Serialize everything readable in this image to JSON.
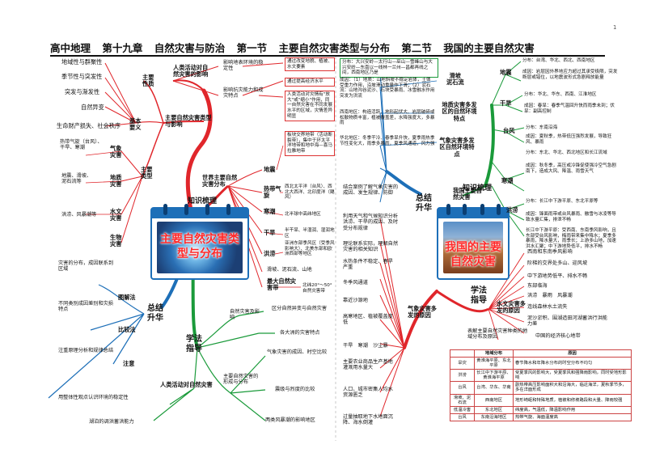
{
  "header": {
    "course": "高中地理",
    "chapter": "第十九章",
    "chapter_title": "自然灾害与防治",
    "section1": "第一节",
    "section1_title": "主要自然灾害类型与分布",
    "section2": "第二节",
    "section2_title": "我国的主要自然灾害"
  },
  "corner_mark": "1",
  "cards": {
    "left": "主要自然灾害类型与分布",
    "right": "我国的主要自然灾害"
  },
  "left_map": {
    "center_branch": "知识梳理",
    "summary": "总结\n升华",
    "method": "学法\n指导",
    "world_dist": "世界主要自然灾害分布",
    "basic": "主要自然灾害类型与影响",
    "concepts": {
      "label": "基本\n要义",
      "items": [
        "地域性与群聚性",
        "季节性与突发性",
        "突发与渐发性",
        "自然异变",
        "生命财产损失、社会秩序"
      ]
    },
    "nature": "主要\n性质",
    "types": {
      "label": "主要\n类型",
      "weather": "气象\n灾害",
      "weather_items": "热带气旋（台风）、干旱、寒潮",
      "geo": "地质\n灾害",
      "geo_items": "地震、滑坡、\n泥石流等",
      "hydro": "水文\n灾害",
      "hydro_items": "洪涝、风暴潮等",
      "bio": "生物\n灾害"
    },
    "human": {
      "label": "人类活动对自然灾害的影响",
      "a": "影响地表环境的稳定性",
      "b": "影响抗灾能力和成灾特点",
      "a_note": "通过改变地貌、植被、水文要素",
      "b_note": "通过提高经济水平",
      "c_note": "人类活动对灾情有\"放大\"或\"缩小\"作用，同一自然灾害在不同发展水平的区域，灾情差异明显"
    },
    "dist": {
      "quake": "地震",
      "quake_note": "板块交界地带（活动断裂带），集中于环太平洋地带和地中海—喜马拉雅地带",
      "tropical": "热带气旋",
      "tropical_note": "西北太平洋（台风）、西北大西洋、北印度洋（飓风）",
      "cold": "寒潮",
      "cold_note": "北半球中高纬地区",
      "drought": "干旱",
      "drought_note": "半干旱、半湿润、湿润地区",
      "flood": "洪涝",
      "flood_note": "亚洲东部季风区（受季风影响大）、北美东部和欧洲西部等地区",
      "slide": "滑坡、泥石流、山地",
      "zone": "最大自然灾害带",
      "zone_note": "北纬20°～50°自然灾害带"
    },
    "summary_items": {
      "a": "图解法",
      "a_note": "灾害的分布，成因联系到区域",
      "b": "比较法",
      "b_note": "不同类别成因差别和灾损特点",
      "c": "注意",
      "c_note": "注重原理分析和规律总结",
      "d": "用整体性观点认识环境的稳定性"
    },
    "method_items": {
      "label1": "自然灾害及影响",
      "m1": "区分自然异变与自然灾害",
      "m2": "各大洲的灾害特点",
      "label2": "主要自然灾害的形成与分布",
      "m3": "气象灾害的成因、时空比较",
      "m4": "震级与烈度的比较",
      "m5": "两类风暴潮的影响地区",
      "label3": "人类活动对自然灾害",
      "m6": "湖泊的调洪蓄洪能力"
    }
  },
  "right_map": {
    "center_branch": "知识梳理",
    "summary": "总结\n升华",
    "method": "学法\n指导",
    "main": "我国主要自然灾害",
    "features": {
      "a": "分布：大兴安岭—太行山—巫山—雪峰山与大兴安岭—东南以一线林一兰州—昌都再线之间，西南地区乃是",
      "a2": "成因：（1）地质：山地斜坡不稳定岩体，土体受重力作用，沿坡滑动重量作下滑；（2）泥石流：山地沟谷泥沙、石块受暴雨、冰雪融水作用突发为洪流",
      "b": "滑坡\n泥石流",
      "c": "地质灾害多发区的自然环境特点",
      "c_note": "西南地区：构造活跃、地形起伏大、岩层破碎或松散物质丰富，植被覆盖差，水降强度大，多暴雨",
      "d": "华北地区：冬季干冷、春季旱升快，夏季雨热季节性变化大，雨季多暴雨，夏季风通道，风力强",
      "e": "气象灾害多发区自然环境特点"
    },
    "quake": {
      "label": "地震",
      "dist": "分布：台湾、华北、西北、西南地区",
      "cause": "成因：岩层因外界地应力超过其承受极限，突发断层或错位，以地震波形式急剧释放能量"
    },
    "drought": {
      "label": "干旱",
      "dist": "分布：华北、华东、西南、江淮地区",
      "cause": "成因：春旱：春季气温回升快而雨季未到；伏旱：副高控制"
    },
    "typhoon": {
      "label": "台风",
      "dist": "分布：东南沿海",
      "cause": "成因：夏秋季，热带低压强烈发展，导致狂风、暴雨"
    },
    "cold": {
      "label": "寒潮",
      "dist": "分布：东北、华北、西北地区和长江流域",
      "cause": "成因：秋冬季，高压或冷锋促使强冷空气急剧南下，造成大风、降温、雨雪天气"
    },
    "flood": {
      "label": "洪涝",
      "dist": "分布：长江中下游平原、东北平原等",
      "cause": "成因：锋面雨带或台风暴雨、融雪与冰凌等导致水量汇集，排泄不畅",
      "note": "长江中下游平原：受西南、东南季风影响，且东部受台风影响，梅雨带来集中降水；夏季多暴雨，降水量大，雨季长；上游多山地，加速洪水汇聚；中下游地势低平，排水不畅"
    },
    "causes": {
      "label": "气象灾害多发的原因",
      "items": [
        "结合案例了解气象灾害的成因、发生规律、防御",
        "利用天气和气候知识分析洪涝、干旱的成因、及时受分布规律",
        "理论联系实际，理解自然灾害的相关知识",
        "水热条件不稳定、春旱严重",
        "冬季风通道",
        "靠近沙源地",
        "高寒地区、植被覆盖度低",
        "干旱　寒潮　沙尘暴",
        "主要农业商品生产基地灌溉用水量大",
        "人口、城市密集人均水资源匮乏",
        "过量抽取地下水地面沉降、海水倒灌"
      ]
    },
    "water": {
      "label": "水文灾害多发的原因",
      "items": [
        "西南和东南季风影响",
        "阶梯的交界处多山、迎风坡",
        "中下游地势低平、排水不畅",
        "东部临海",
        "洪涝　暴雨　风暴潮",
        "连线森林水土流失",
        "泥沙淤积、围湖造田河湖蓄洪行洪能力差",
        "表解主要自然灾害种类的地域分布及原因",
        "中国的经济核心地带"
      ]
    },
    "table_title": "地域分布",
    "table_head": [
      "",
      "地域分布",
      "原因"
    ],
    "table_rows": [
      [
        "旱灾",
        "黄淮海平原、东北平原",
        "春节降水和年降水分布的时空分布不均匀"
      ],
      [
        "洪涝",
        "长江中下游平原、黄淮海平原",
        "受夏季风的影响大，受夏季风和强降雨影响，同时受地形影响"
      ],
      [
        "台风",
        "台湾、华东、华南",
        "副热带高压影响面积大和沿海大，临近海洋，夏秋季节多，多在洋面形成"
      ],
      [
        "滑坡、泥石流",
        "西南地区",
        "地形崎岖和特殊地质，植被和修坡路段和大量、降雨较强"
      ],
      [
        "低温冷害",
        "东北地区",
        "纬度高，气温低，降温影响作用"
      ],
      [
        "台风",
        "东南沿海地区",
        "热带气旋、海面温度高"
      ]
    ]
  }
}
